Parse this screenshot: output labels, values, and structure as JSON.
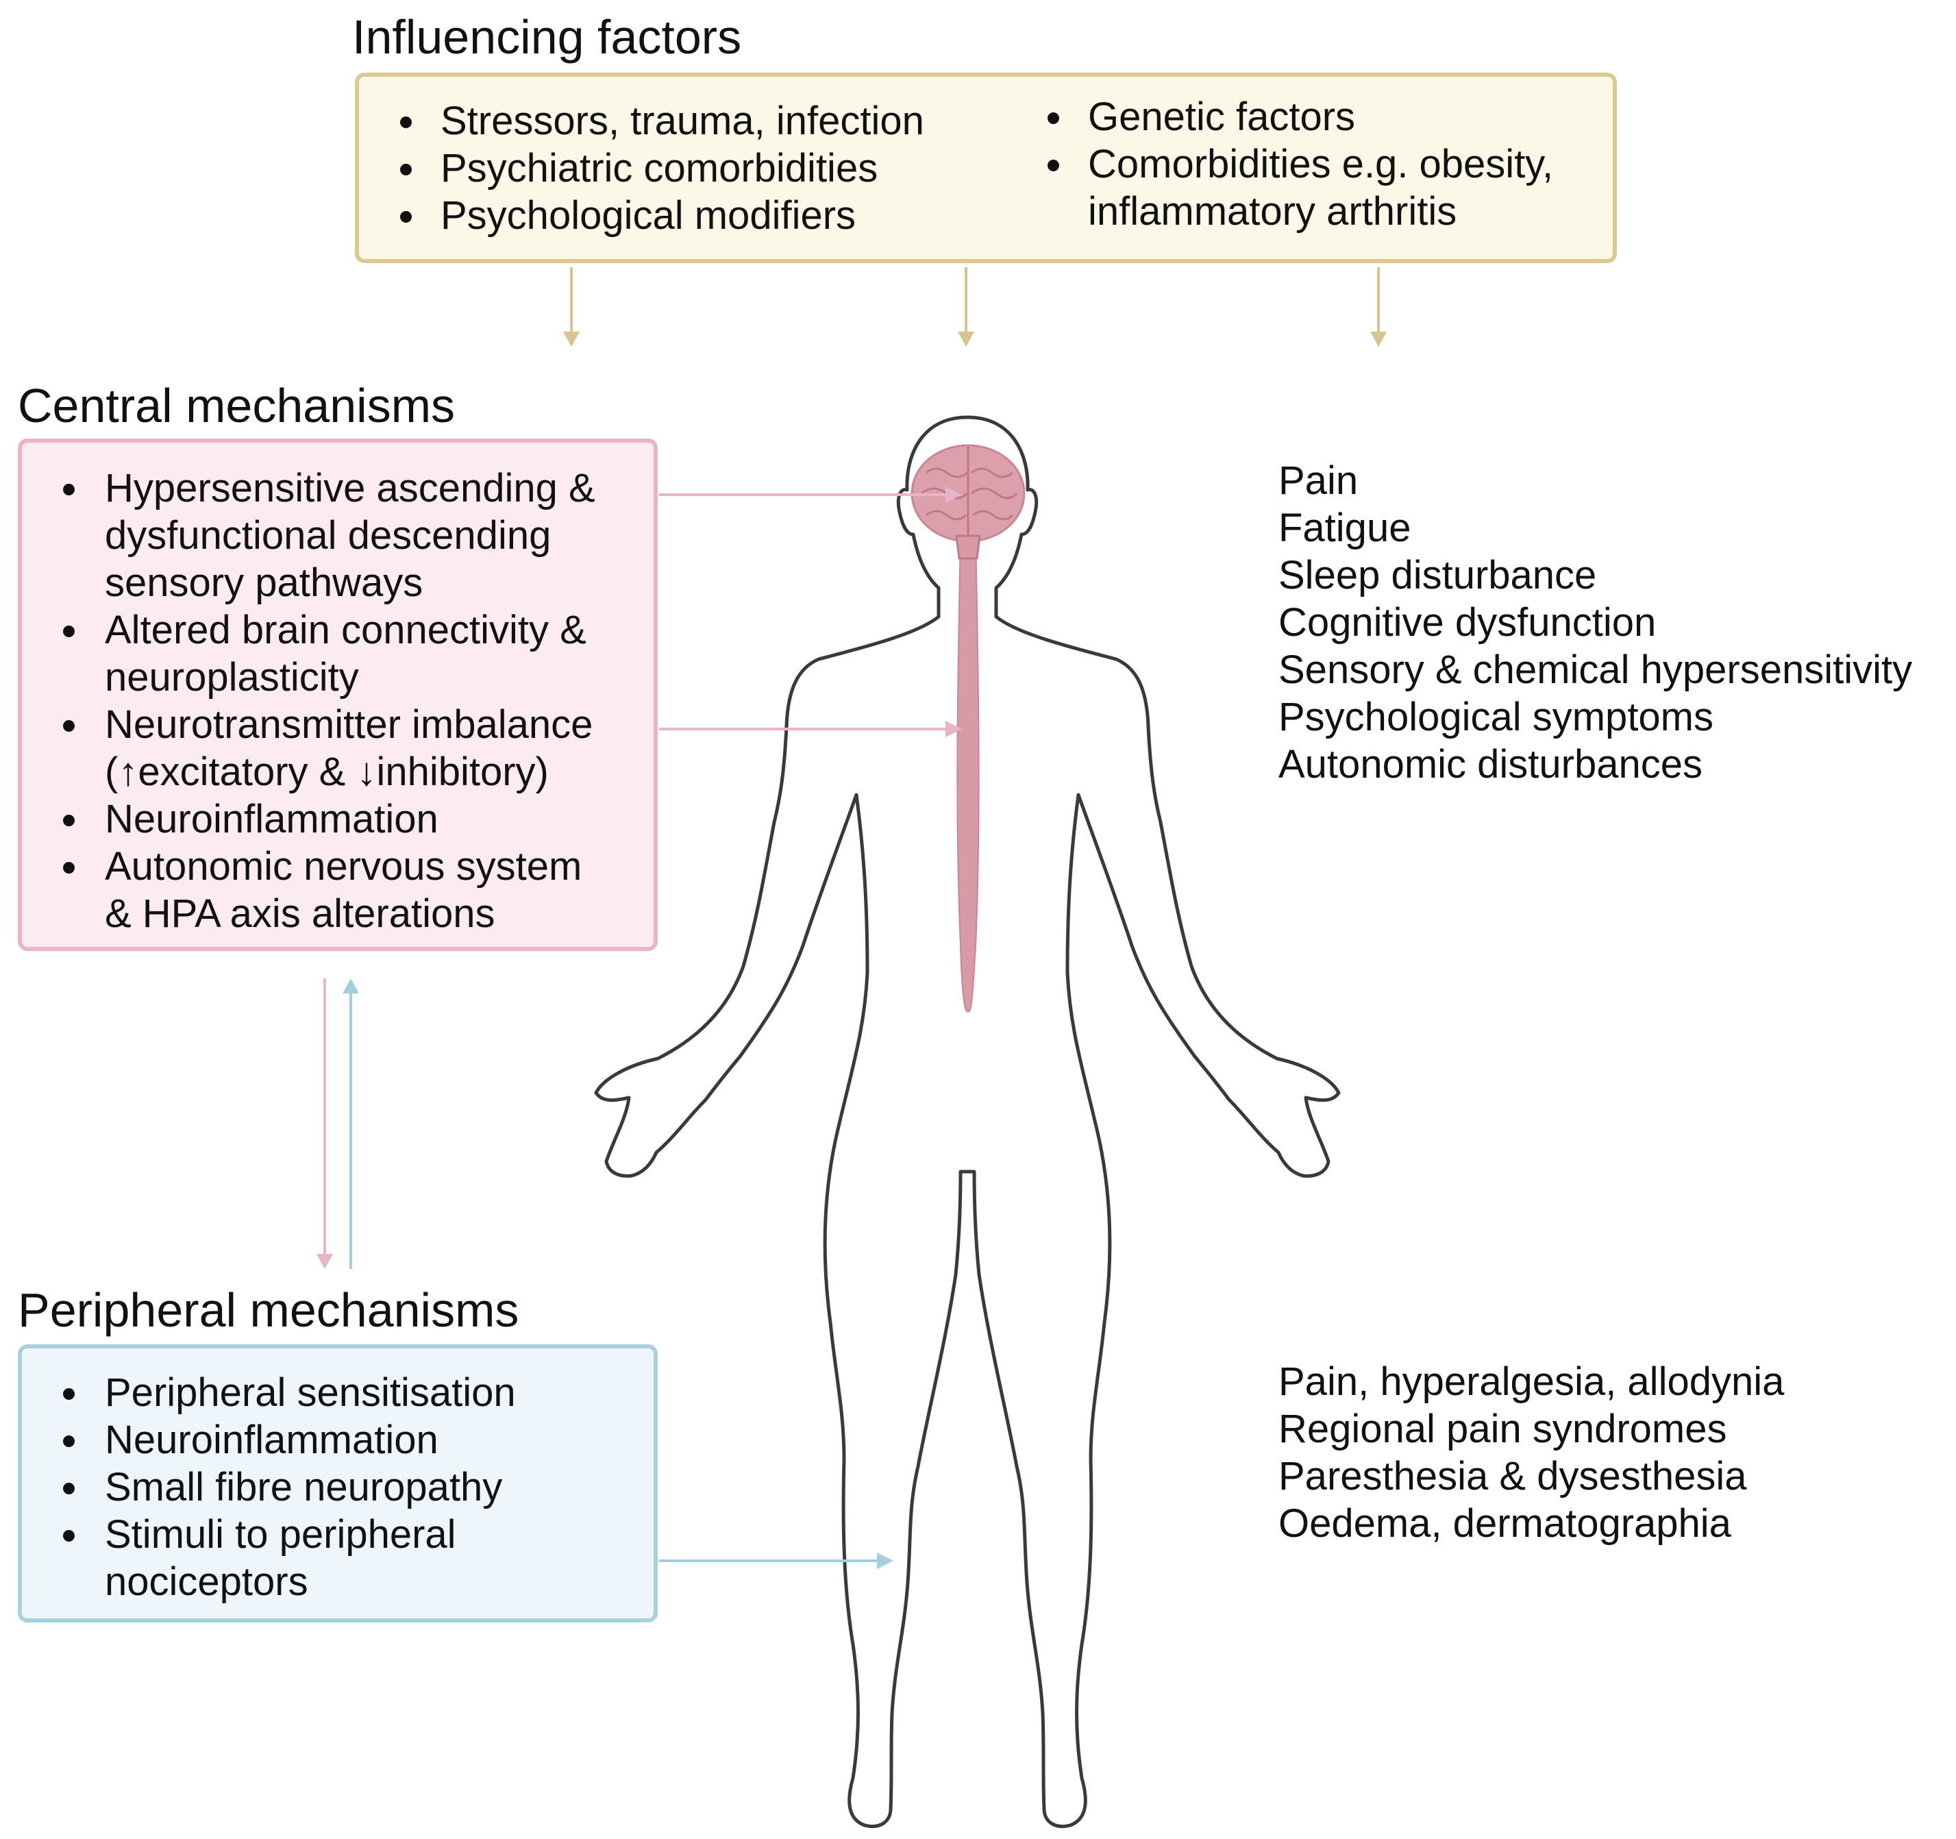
{
  "influencing": {
    "heading": "Influencing factors",
    "left_items": [
      "Stressors, trauma, infection",
      "Psychiatric comorbidities",
      "Psychological modifiers"
    ],
    "right_items": [
      "Genetic factors",
      "Comorbidities e.g. obesity, inflammatory arthritis"
    ]
  },
  "central": {
    "heading": "Central mechanisms",
    "items": [
      "Hypersensitive ascending & dysfunctional descending sensory pathways",
      "Altered brain connectivity & neuroplasticity",
      "Neurotransmitter imbalance (↑excitatory & ↓inhibitory)",
      "Neuroinflammation",
      "Autonomic nervous system & HPA axis alterations"
    ]
  },
  "peripheral": {
    "heading": "Peripheral mechanisms",
    "items": [
      "Peripheral sensitisation",
      "Neuroinflammation",
      "Small fibre neuropathy",
      "Stimuli to peripheral nociceptors"
    ]
  },
  "central_outcomes": [
    "Pain",
    "Fatigue",
    "Sleep disturbance",
    "Cognitive dysfunction",
    "Sensory & chemical hypersensitivity",
    "Psychological symptoms",
    "Autonomic disturbances"
  ],
  "peripheral_outcomes": [
    "Pain, hyperalgesia, allodynia",
    "Regional pain syndromes",
    "Paresthesia & dysesthesia",
    "Oedema, dermatographia"
  ],
  "colors": {
    "influencing_fill": "#fbf8e8",
    "influencing_border": "#dcc992",
    "influencing_arrow": "#d8c48e",
    "central_fill": "#fdebf3",
    "central_border": "#e9b3c8",
    "central_arrow": "#e8b4c8",
    "peripheral_fill": "#eef6fb",
    "peripheral_border": "#a8d0de",
    "peripheral_arrow": "#a3cfdc",
    "brain": "#d89aa6",
    "body_outline": "#3a3a3a"
  }
}
